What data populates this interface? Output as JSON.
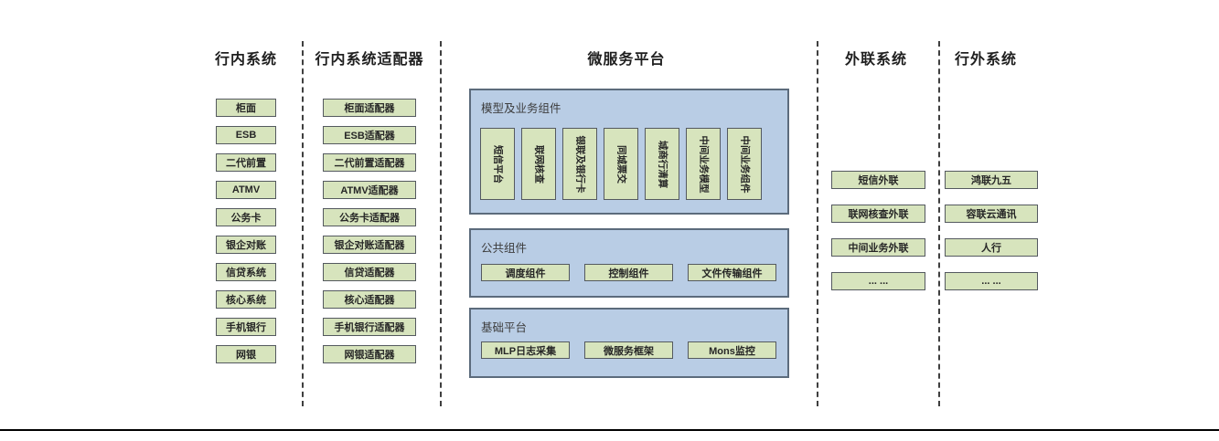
{
  "diagram": {
    "columns": {
      "internal": {
        "title": "行内系统",
        "items": [
          "柜面",
          "ESB",
          "二代前置",
          "ATMV",
          "公务卡",
          "银企对账",
          "信贷系统",
          "核心系统",
          "手机银行",
          "网银"
        ]
      },
      "adapters": {
        "title": "行内系统适配器",
        "items": [
          "柜面适配器",
          "ESB适配器",
          "二代前置适配器",
          "ATMV适配器",
          "公务卡适配器",
          "银企对账适配器",
          "信贷适配器",
          "核心适配器",
          "手机银行适配器",
          "网银适配器"
        ]
      },
      "platform": {
        "title": "微服务平台",
        "panels": [
          {
            "label": "模型及业务组件",
            "items": [
              "短信平台",
              "联网核查",
              "银联及银行卡",
              "同城票交",
              "城商行清算",
              "中间业务模型",
              "中间业务组件"
            ]
          },
          {
            "label": "公共组件",
            "items": [
              "调度组件",
              "控制组件",
              "文件传输组件"
            ]
          },
          {
            "label": "基础平台",
            "items": [
              "MLP日志采集",
              "微服务框架",
              "Mons监控"
            ]
          }
        ]
      },
      "external": {
        "title": "外联系统",
        "items": [
          "短信外联",
          "联网核查外联",
          "中间业务外联",
          "... ..."
        ]
      },
      "outside": {
        "title": "行外系统",
        "items": [
          "鸿联九五",
          "容联云通讯",
          "人行",
          "... ..."
        ]
      }
    },
    "colors": {
      "box_fill": "#d7e4bd",
      "box_border": "#54595f",
      "panel_fill": "#b9cde5",
      "panel_border": "#5c6b7c",
      "divider": "#3f3f3f",
      "bottom_rule": "#000000"
    }
  }
}
